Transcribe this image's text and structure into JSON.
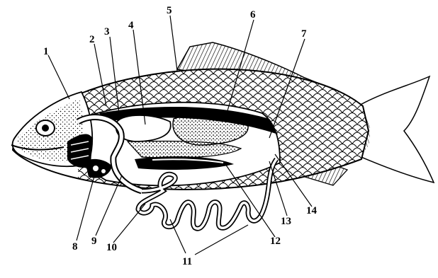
{
  "labels": {
    "l1": "1",
    "l2": "2",
    "l3": "3",
    "l4": "4",
    "l5": "5",
    "l6": "6",
    "l7": "7",
    "l8": "8",
    "l9": "9",
    "l10": "10",
    "l11": "11",
    "l12": "12",
    "l13": "13",
    "l14": "14"
  },
  "colors": {
    "ink": "#000000",
    "paper": "#ffffff"
  }
}
